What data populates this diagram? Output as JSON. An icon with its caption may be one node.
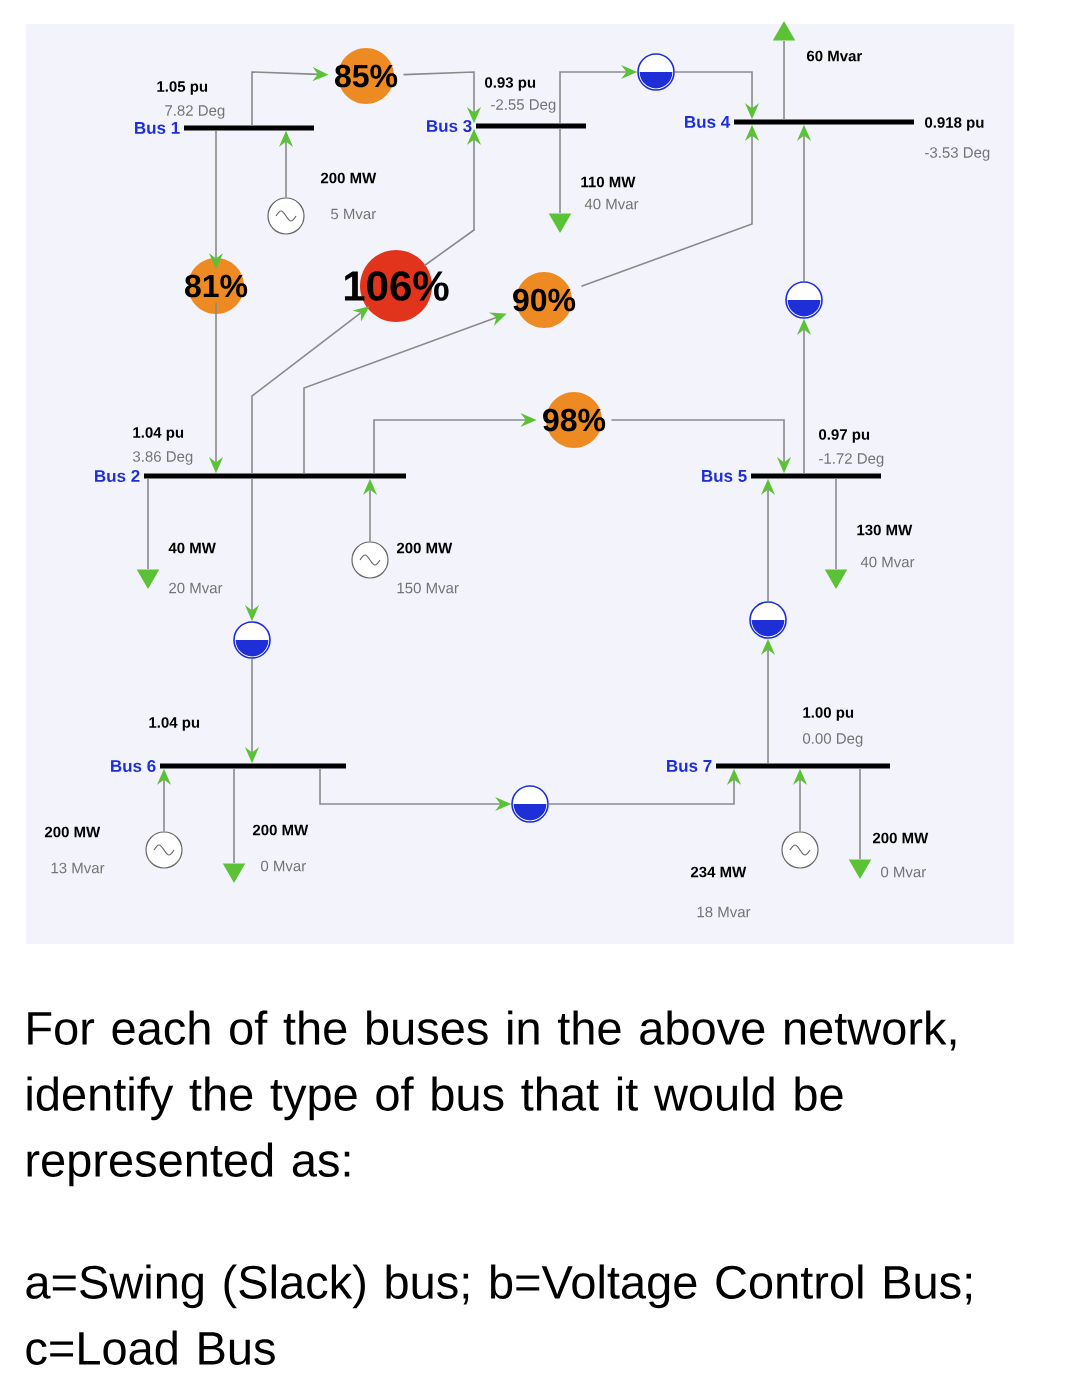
{
  "diagram": {
    "nodes": [
      {
        "text": [
          "Bus 1"
        ],
        "beside": [
          "1.05 pu",
          "7.82 Deg"
        ]
      },
      {
        "text": [
          "85%"
        ]
      },
      {
        "text": [
          "Bus 3"
        ],
        "beside": [
          "0.93 pu",
          "-2.55 Deg"
        ]
      },
      {
        "text": [],
        "shape": "circle"
      },
      {
        "text": [
          "Bus 4"
        ],
        "beside": [
          "0.918 pu",
          "-3.53 Deg"
        ]
      },
      {
        "text": [],
        "shape": "circle",
        "beside": [
          "200 MW",
          "5 Mvar"
        ]
      },
      {
        "text": [
          "81%"
        ]
      },
      {
        "text": [
          "106%"
        ]
      },
      {
        "text": [
          "90%"
        ]
      },
      {
        "text": [],
        "shape": "circle"
      },
      {
        "text": [
          "Bus 2"
        ],
        "beside": [
          "1.04 pu",
          "3.86 Deg"
        ]
      },
      {
        "text": [
          "98%"
        ]
      },
      {
        "text": [
          "Bus 5"
        ],
        "beside": [
          "0.97 pu",
          "-1.72 Deg"
        ]
      },
      {
        "text": [],
        "shape": "circle",
        "beside": [
          "200 MW",
          "150 Mvar"
        ]
      },
      {
        "text": [],
        "shape": "circle"
      },
      {
        "text": [],
        "shape": "circle"
      },
      {
        "text": [
          "Bus 6"
        ],
        "beside": [
          "1.04 pu"
        ]
      },
      {
        "text": [
          "Bus 7"
        ],
        "beside": [
          "1.00 pu",
          "0.00 Deg"
        ]
      },
      {
        "text": [],
        "shape": "circle",
        "beside": [
          "200 MW",
          "13 Mvar"
        ]
      },
      {
        "text": [],
        "shape": "circle"
      },
      {
        "text": [],
        "shape": "circle",
        "beside": [
          "234 MW",
          "18 Mvar"
        ]
      },
      {
        "text": [],
        "shape": "triangle",
        "beside": [
          "60 Mvar"
        ]
      },
      {
        "text": [],
        "shape": "triangle",
        "beside": [
          "110 MW",
          "40 Mvar"
        ]
      },
      {
        "text": [],
        "shape": "triangle",
        "beside": [
          "40 MW",
          "20 Mvar"
        ]
      },
      {
        "text": [],
        "shape": "triangle",
        "beside": [
          "130 MW",
          "40 Mvar"
        ]
      },
      {
        "text": [],
        "shape": "triangle",
        "beside": [
          "200 MW",
          "0 Mvar"
        ]
      },
      {
        "text": [],
        "shape": "triangle",
        "beside": [
          "200 MW",
          "0 Mvar"
        ]
      }
    ],
    "edges": [
      {
        "from": 0,
        "to": 1,
        "arrow": "to"
      },
      {
        "from": 1,
        "to": 2,
        "arrow": "to"
      },
      {
        "from": 0,
        "to": 6,
        "arrow": "to"
      },
      {
        "from": 6,
        "to": 10,
        "arrow": "to"
      },
      {
        "from": 10,
        "to": 7,
        "arrow": "to"
      },
      {
        "from": 7,
        "to": 2,
        "arrow": "to"
      },
      {
        "from": 10,
        "to": 8,
        "arrow": "to"
      },
      {
        "from": 8,
        "to": 4,
        "arrow": "to"
      },
      {
        "from": 2,
        "to": 3,
        "arrow": "to"
      },
      {
        "from": 3,
        "to": 4,
        "arrow": "to"
      },
      {
        "from": 10,
        "to": 11,
        "arrow": "to"
      },
      {
        "from": 11,
        "to": 12,
        "arrow": "to"
      },
      {
        "from": 12,
        "to": 9,
        "arrow": "to"
      },
      {
        "from": 9,
        "to": 4,
        "arrow": "to"
      },
      {
        "from": 10,
        "to": 14,
        "arrow": "to"
      },
      {
        "from": 14,
        "to": 16,
        "arrow": "to"
      },
      {
        "from": 17,
        "to": 15,
        "arrow": "to"
      },
      {
        "from": 15,
        "to": 12,
        "arrow": "to"
      },
      {
        "from": 16,
        "to": 19,
        "arrow": "to"
      },
      {
        "from": 19,
        "to": 17,
        "arrow": "to"
      },
      {
        "from": 5,
        "to": 0,
        "arrow": "to"
      },
      {
        "from": 13,
        "to": 10,
        "arrow": "to"
      },
      {
        "from": 18,
        "to": 16,
        "arrow": "to"
      },
      {
        "from": 20,
        "to": 17,
        "arrow": "to"
      },
      {
        "from": 4,
        "to": 21,
        "arrow": "none"
      },
      {
        "from": 2,
        "to": 22,
        "arrow": "none"
      },
      {
        "from": 10,
        "to": 23,
        "arrow": "none"
      },
      {
        "from": 12,
        "to": 24,
        "arrow": "none"
      },
      {
        "from": 16,
        "to": 25,
        "arrow": "none"
      },
      {
        "from": 17,
        "to": 26,
        "arrow": "none"
      }
    ],
    "labels": [
      "For each of the buses in the above network, identify the type of bus that it would be represented as:",
      "a=Swing (Slack) bus; b=Voltage Control Bus; c=Load Bus"
    ]
  }
}
